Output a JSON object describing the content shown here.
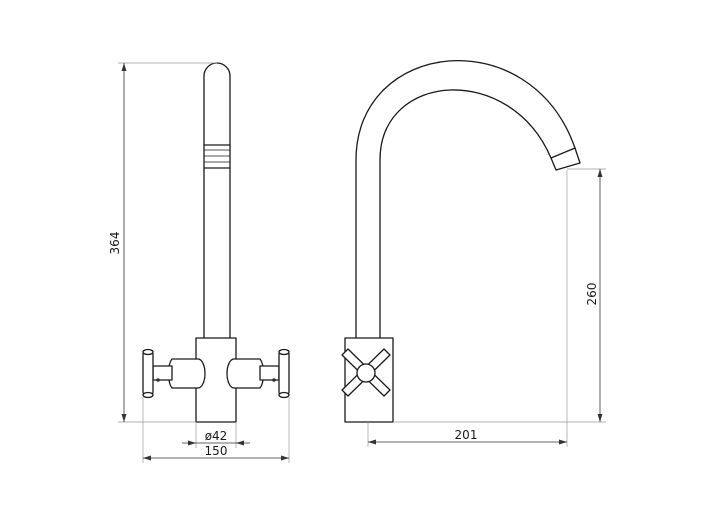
{
  "dimensions": {
    "front_height": "364",
    "spout_height": "260",
    "body_diameter": "ø42",
    "handle_span": "150",
    "spout_reach": "201"
  },
  "colors": {
    "outline": "#1a1a1a",
    "extension": "#9a9a9a",
    "background": "#ffffff"
  }
}
